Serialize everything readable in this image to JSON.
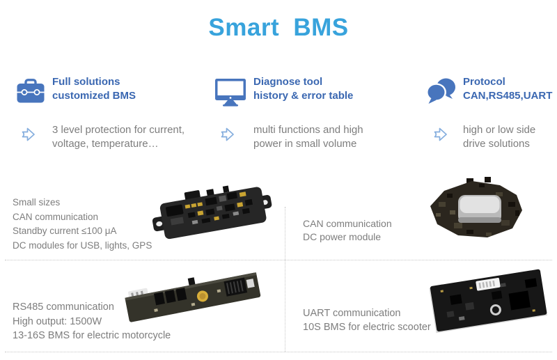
{
  "page": {
    "title": "Smart BMS"
  },
  "colors": {
    "title_blue": "#38a3dc",
    "heading_blue": "#3a67b1",
    "icon_blue": "#4875bd",
    "arrow_outline_blue": "#85aede",
    "body_text_gray": "#7d7d7d",
    "divider_gray": "#c6c6c6"
  },
  "features": [
    {
      "icon": "toolbox-icon",
      "line1": "Full solutions",
      "line2": "customized BMS"
    },
    {
      "icon": "monitor-icon",
      "line1": "Diagnose tool",
      "line2": "history & error table"
    },
    {
      "icon": "chat-bubbles-icon",
      "line1": "Protocol",
      "line2": "CAN,RS485,UART"
    }
  ],
  "bullets": [
    {
      "icon": "arrow-right-icon",
      "line1": "3 level protection for current,",
      "line2": "voltage, temperature…"
    },
    {
      "icon": "arrow-right-icon",
      "line1": "multi functions and high",
      "line2": "power in small volume"
    },
    {
      "icon": "arrow-right-icon",
      "line1": "high or low side",
      "line2": "drive solutions"
    }
  ],
  "products": [
    {
      "image": "can-module-board-photo",
      "lines": [
        "Small sizes",
        "CAN communication",
        "Standby current ≤100 μA",
        "DC modules for USB, lights, GPS"
      ]
    },
    {
      "image": "dc-power-module-board-photo",
      "lines": [
        "CAN communication",
        "DC power module"
      ]
    },
    {
      "image": "motorcycle-bms-board-photo",
      "lines": [
        "RS485 communication",
        "High output: 1500W",
        "13-16S BMS for electric motorcycle"
      ]
    },
    {
      "image": "scooter-bms-board-photo",
      "lines": [
        "UART communication",
        "10S BMS for electric scooter"
      ]
    }
  ]
}
